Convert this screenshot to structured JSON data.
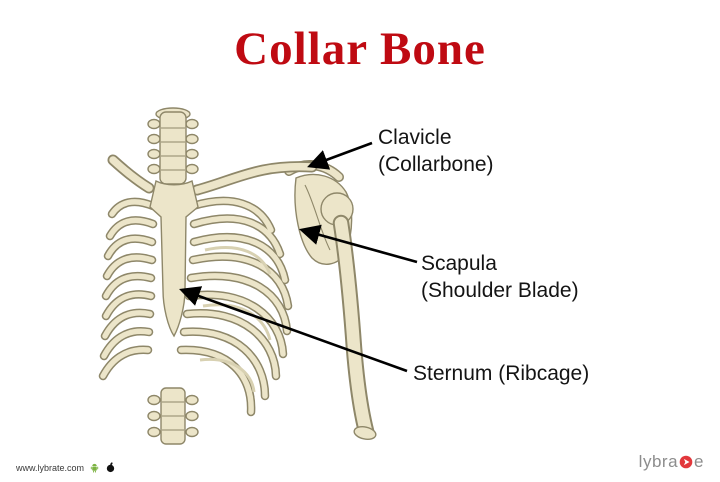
{
  "title": "Collar Bone",
  "labels": {
    "clavicle_line1": "Clavicle",
    "clavicle_line2": "(Collarbone)",
    "scapula_line1": "Scapula",
    "scapula_line2": "(Shoulder Blade)",
    "sternum": "Sternum (Ribcage)"
  },
  "footer": {
    "website": "www.lybrate.com",
    "brand_prefix": "lybra",
    "brand_suffix": "e"
  },
  "icons": {
    "android": "android-icon",
    "apple": "apple-icon",
    "brand_badge": "arrow-in-circle-icon"
  },
  "colors": {
    "title_red": "#bf0a12",
    "bone_fill": "#ece5c9",
    "bone_outline": "#8e8769",
    "arrow_black": "#000000",
    "brand_red": "#e2383c",
    "brand_gray": "#8d8d8d"
  }
}
